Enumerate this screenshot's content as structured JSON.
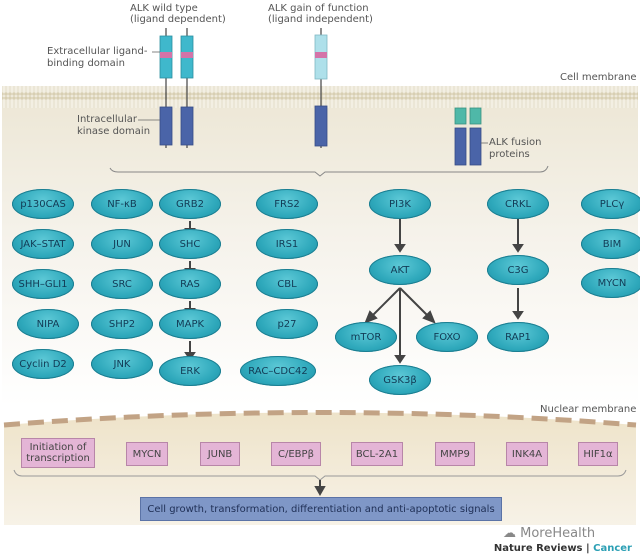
{
  "header": {
    "wild_type_title": "ALK wild type",
    "wild_type_subtitle": "(ligand dependent)",
    "gain_title": "ALK gain of function",
    "gain_subtitle": "(ligand independent)",
    "extracellular_label_1": "Extracellular ligand-",
    "extracellular_label_2": "binding domain",
    "intracellular_label_1": "Intracellular",
    "intracellular_label_2": "kinase domain",
    "fusion_label_1": "ALK fusion",
    "fusion_label_2": "proteins",
    "cell_membrane": "Cell membrane",
    "nuclear_membrane": "Nuclear membrane"
  },
  "colors": {
    "node_fill": "#2ea8bb",
    "extracellular_wt": "#3fb8cc",
    "extracellular_gain": "#aee0ea",
    "ligand_band": "#d473a8",
    "kinase": "#4a64a8",
    "fusion_partner": "#4fb8a8",
    "pink_box": "#e4b5d6",
    "outcome_box": "#7f97c7",
    "cytoplasm": "#f1ede2",
    "nucleus": "#efe7d2",
    "nuclear_membrane": "#c2a385"
  },
  "nodes": {
    "c1": [
      "p130CAS",
      "JAK–STAT",
      "SHH–GLI1",
      "NIPA",
      "Cyclin D2"
    ],
    "c2": [
      "NF-κB",
      "JUN",
      "SRC",
      "SHP2",
      "JNK"
    ],
    "c3": [
      "GRB2",
      "SHC",
      "RAS",
      "MAPK",
      "ERK"
    ],
    "c4": [
      "FRS2",
      "IRS1",
      "CBL",
      "p27",
      "RAC–CDC42"
    ],
    "pi3k": {
      "top": "PI3K",
      "mid": "AKT",
      "left": "mTOR",
      "right": "FOXO",
      "bottom": "GSK3β"
    },
    "crkl": [
      "CRKL",
      "C3G",
      "RAP1"
    ],
    "misc": [
      "PLCγ",
      "BIM",
      "MYCN"
    ]
  },
  "transcription": [
    "Initiation of transcription",
    "MYCN",
    "JUNB",
    "C/EBPβ",
    "BCL-2A1",
    "MMP9",
    "INK4A",
    "HIF1α"
  ],
  "outcome": "Cell growth, transformation, differentiation and anti-apoptotic signals",
  "footer": {
    "journal": "Nature Reviews",
    "separator": " | ",
    "section": "Cancer"
  },
  "watermark": "MoreHealth"
}
